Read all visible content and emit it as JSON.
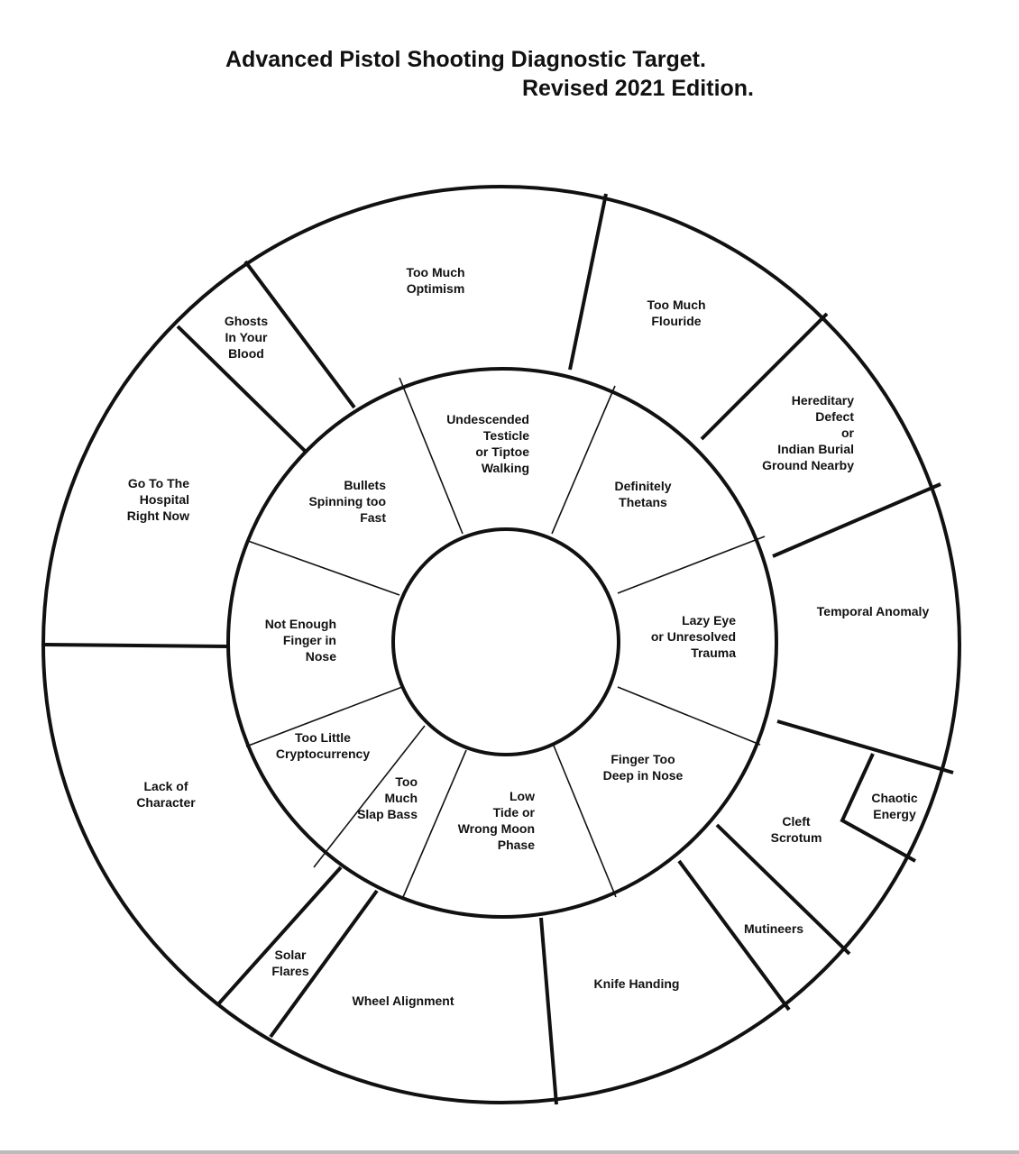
{
  "title": {
    "line1": "Advanced Pistol Shooting Diagnostic Target.",
    "line2": "Revised 2021 Edition."
  },
  "outer_ring": [
    "Too Much\nOptimism",
    "Too Much\nFlouride",
    "Hereditary\nDefect\nor\nIndian Burial\nGround Nearby",
    "Temporal Anomaly",
    "Chaotic\nEnergy",
    "Cleft\nScrotum",
    "Mutineers",
    "Knife Handing",
    "Wheel Alignment",
    "Solar\nFlares",
    "Lack of\nCharacter",
    "Go To The\nHospital\nRight Now",
    "Ghosts\nIn Your\nBlood"
  ],
  "inner_ring": [
    "Undescended\nTesticle\nor Tiptoe\nWalking",
    "Definitely\nThetans",
    "Lazy Eye\nor Unresolved\nTrauma",
    "Finger Too\nDeep in Nose",
    "Low\nTide or\nWrong Moon\nPhase",
    "Too\nMuch\nSlap Bass",
    "Too Little\nCryptocurrency",
    "Not Enough\nFinger in\nNose",
    "Bullets\nSpinning too\nFast"
  ],
  "colors": {
    "ink": "#111111",
    "paper": "#ffffff"
  }
}
